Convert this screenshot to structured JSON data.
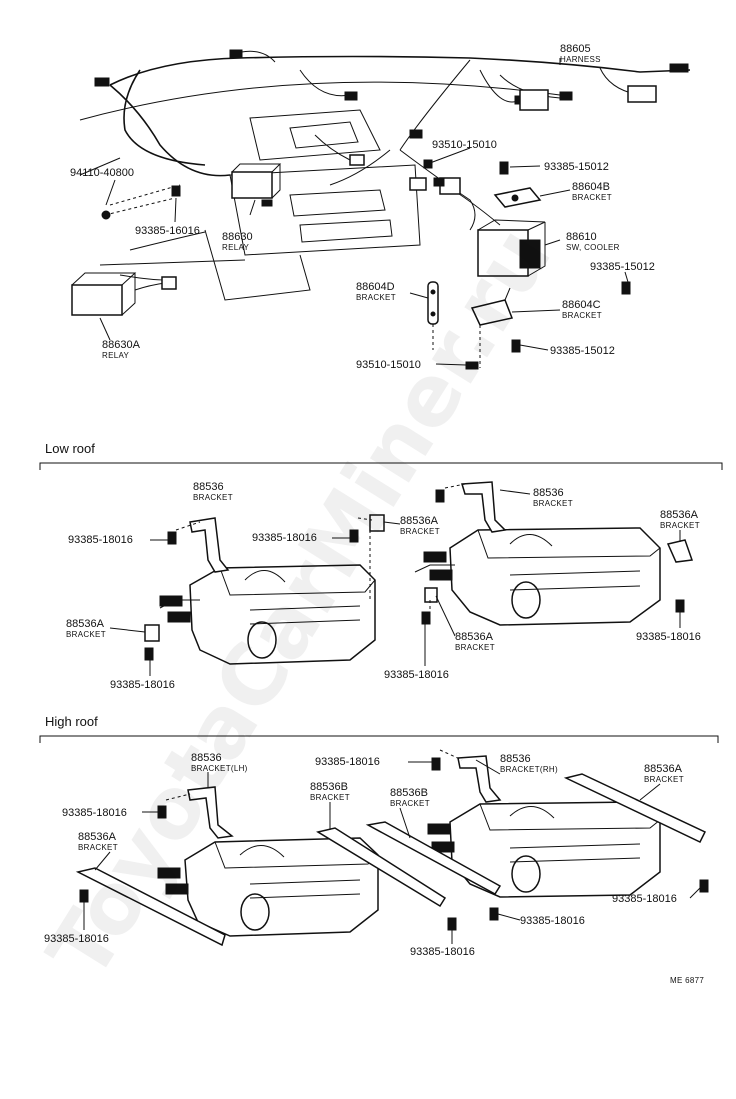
{
  "sections": {
    "low_roof": "Low roof",
    "high_roof": "High roof"
  },
  "watermark": "ToyotaCarMiner.ru",
  "drawing_code": "ME 6877",
  "parts": {
    "harness": {
      "number": "88605",
      "name": "HARNESS"
    },
    "relay_a": {
      "number": "88630A",
      "name": "RELAY"
    },
    "relay": {
      "number": "88630",
      "name": "RELAY"
    },
    "nut_94110": {
      "number": "94110-40800"
    },
    "bolt_16016": {
      "number": "93385-16016"
    },
    "screw_15010_top": {
      "number": "93510-15010"
    },
    "bolt_15012_top": {
      "number": "93385-15012"
    },
    "bracket_88604b": {
      "number": "88604B",
      "name": "BRACKET"
    },
    "sw_cooler": {
      "number": "88610",
      "name": "SW, COOLER"
    },
    "bolt_15012_mid": {
      "number": "93385-15012"
    },
    "bracket_88604d": {
      "number": "88604D",
      "name": "BRACKET"
    },
    "bracket_88604c": {
      "number": "88604C",
      "name": "BRACKET"
    },
    "bolt_15012_low": {
      "number": "93385-15012"
    },
    "screw_15010_low": {
      "number": "93510-15010"
    },
    "lr_bracket_left": {
      "number": "88536",
      "name": "BRACKET"
    },
    "lr_bracket_right": {
      "number": "88536",
      "name": "BRACKET"
    },
    "lr_bracket_a_mid": {
      "number": "88536A",
      "name": "BRACKET"
    },
    "lr_bracket_a_right": {
      "number": "88536A",
      "name": "BRACKET"
    },
    "lr_bracket_a_left": {
      "number": "88536A",
      "name": "BRACKET"
    },
    "lr_bracket_a_center": {
      "number": "88536A",
      "name": "BRACKET"
    },
    "lr_bolt_1": {
      "number": "93385-18016"
    },
    "lr_bolt_2": {
      "number": "93385-18016"
    },
    "lr_bolt_3": {
      "number": "93385-18016"
    },
    "lr_bolt_4": {
      "number": "93385-18016"
    },
    "lr_bolt_5": {
      "number": "93385-18016"
    },
    "hr_bracket_lh": {
      "number": "88536",
      "name": "BRACKET(LH)"
    },
    "hr_bracket_rh": {
      "number": "88536",
      "name": "BRACKET(RH)"
    },
    "hr_bracket_a_left": {
      "number": "88536A",
      "name": "BRACKET"
    },
    "hr_bracket_a_right": {
      "number": "88536A",
      "name": "BRACKET"
    },
    "hr_bracket_b_1": {
      "number": "88536B",
      "name": "BRACKET"
    },
    "hr_bracket_b_2": {
      "number": "88536B",
      "name": "BRACKET"
    },
    "hr_bolt_1": {
      "number": "93385-18016"
    },
    "hr_bolt_2": {
      "number": "93385-18016"
    },
    "hr_bolt_3": {
      "number": "93385-18016"
    },
    "hr_bolt_4": {
      "number": "93385-18016"
    },
    "hr_bolt_5": {
      "number": "93385-18016"
    },
    "hr_bolt_6": {
      "number": "93385-18016"
    }
  }
}
